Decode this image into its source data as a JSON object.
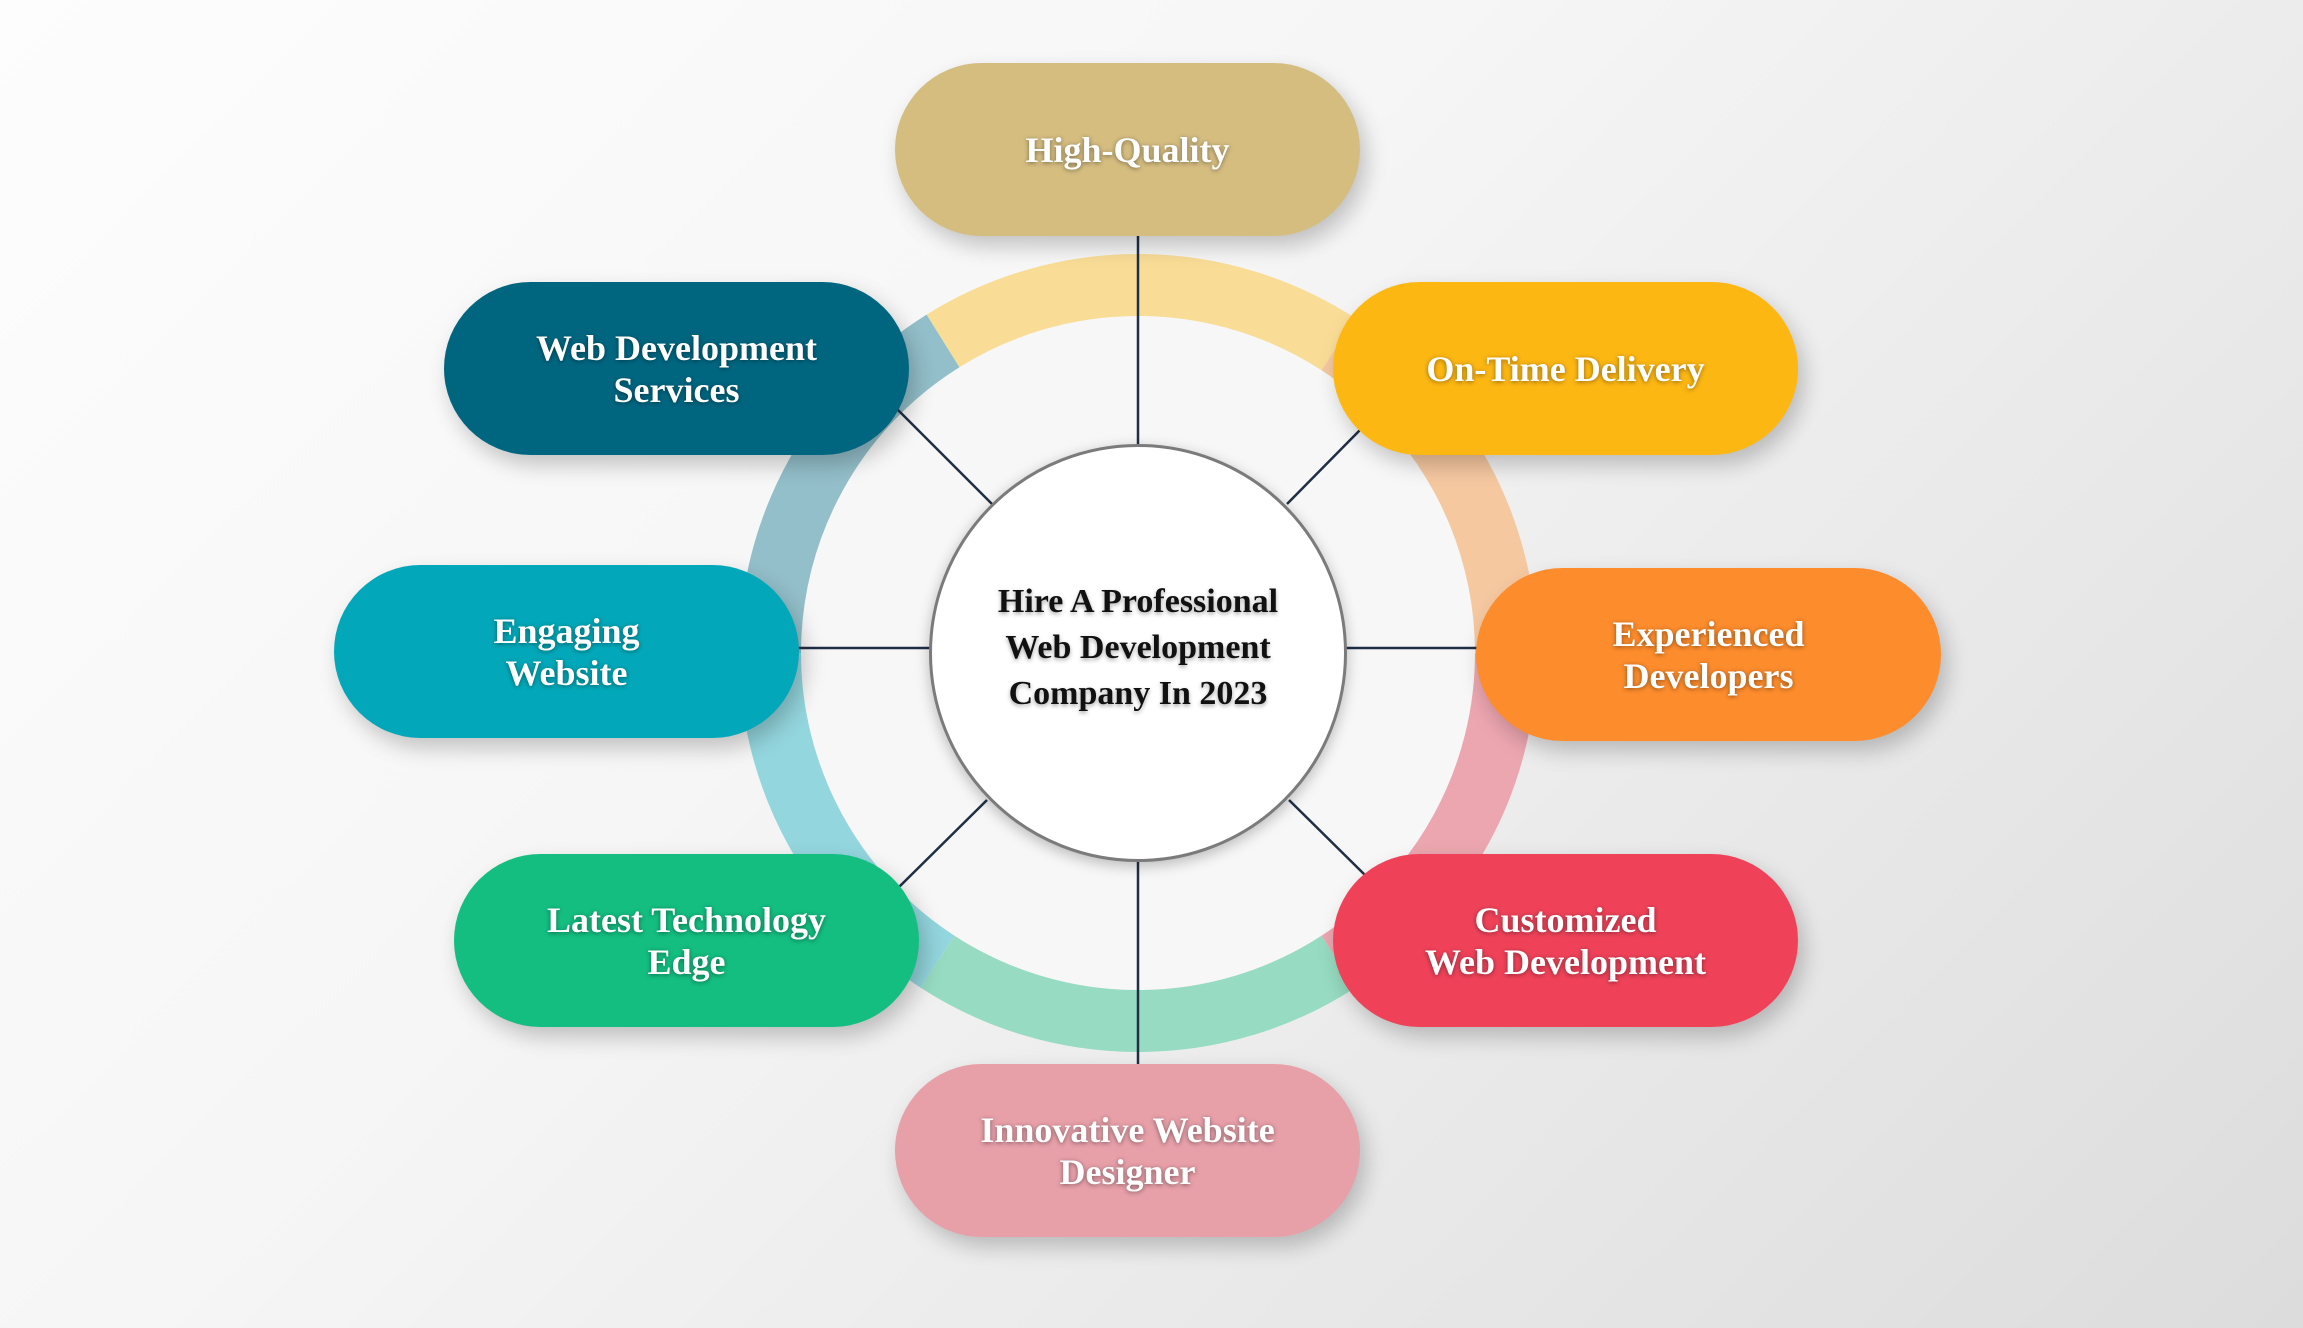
{
  "hub": {
    "title": "Hire A Professional\nWeb Development\nCompany In 2023"
  },
  "nodes": [
    {
      "id": "high-quality",
      "label": "High-Quality",
      "color": "#d5bd80"
    },
    {
      "id": "on-time-delivery",
      "label": "On-Time Delivery",
      "color": "#fdb713"
    },
    {
      "id": "experienced-developers",
      "label": "Experienced\nDevelopers",
      "color": "#fd8c2c"
    },
    {
      "id": "customized-web-development",
      "label": "Customized\nWeb Development",
      "color": "#ef4259"
    },
    {
      "id": "innovative-website-designer",
      "label": "Innovative Website\nDesigner",
      "color": "#e79fa8"
    },
    {
      "id": "latest-technology-edge",
      "label": "Latest Technology\nEdge",
      "color": "#13be80"
    },
    {
      "id": "engaging-website",
      "label": "Engaging\nWebsite",
      "color": "#02a8b9"
    },
    {
      "id": "web-development-services",
      "label": "Web Development\nServices",
      "color": "#006680"
    }
  ],
  "ring_segments": [
    {
      "color": "#f9dd97"
    },
    {
      "color": "#f5c8a0"
    },
    {
      "color": "#eca6b0"
    },
    {
      "color": "#97dcc2"
    },
    {
      "color": "#94d6de"
    },
    {
      "color": "#93bfca"
    }
  ],
  "connector_color": "#1f2f45"
}
